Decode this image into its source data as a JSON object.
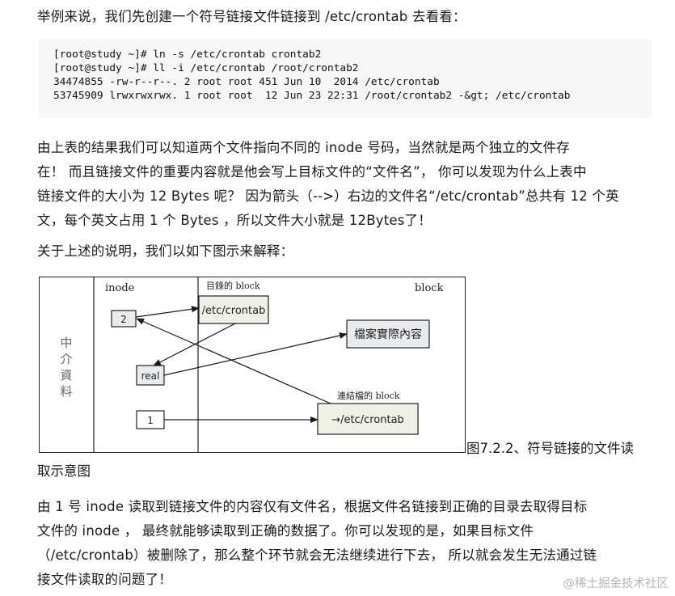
{
  "intro": "举例来说，我们先创建一个符号链接文件链接到 /etc/crontab 去看看：",
  "code_lines": [
    "[root@study ~]# ln -s /etc/crontab crontab2",
    "[root@study ~]# ll -i /etc/crontab /root/crontab2",
    "34474855 -rw-r--r--. 2 root root 451 Jun 10  2014 /etc/crontab",
    "53745909 lrwxrwxrwx. 1 root root  12 Jun 23 22:31 /root/crontab2 -&gt; /etc/crontab"
  ],
  "paragraph1": [
    "由上表的结果我们可以知道两个文件指向不同的 inode 号码，当然就是两个独立的文件存",
    "在！ 而且链接文件的重要内容就是他会写上目标文件的“文件名”， 你可以发现为什么上表中",
    "链接文件的大小为 12 Bytes 呢？ 因为箭头（-->）右边的文件名“/etc/crontab”总共有 12 个英",
    "文，每个英文占用 1 个 Bytes ，所以文件大小就是 12Bytes了！"
  ],
  "paragraph2": "关于上述的说明，我们以如下图示来解释：",
  "figure": {
    "side_label": [
      "中",
      "介",
      "資",
      "料"
    ],
    "inode_header": "inode",
    "dir_block_label": "目錄的 block",
    "block_header": "block",
    "dir_box": "/etc/crontab",
    "content_box": "檔案實際內容",
    "link_block_label": "連結檔的 block",
    "link_box": "→/etc/crontab",
    "inode_2": "2",
    "inode_real": "real",
    "inode_1": "1"
  },
  "caption_part1": "图7.2.2、符号链接的文件读",
  "caption_part2": "取示意图",
  "paragraph3": [
    "由 1 号 inode 读取到链接文件的内容仅有文件名，根据文件名链接到正确的目录去取得目标",
    "文件的 inode ， 最终就能够读取到正确的数据了。你可以发现的是，如果目标文件",
    "（/etc/crontab）被删除了，那么整个环节就会无法继续进行下去， 所以就会发生无法通过链",
    "接文件读取的问题了！"
  ],
  "watermark": "@稀土掘金技术社区"
}
